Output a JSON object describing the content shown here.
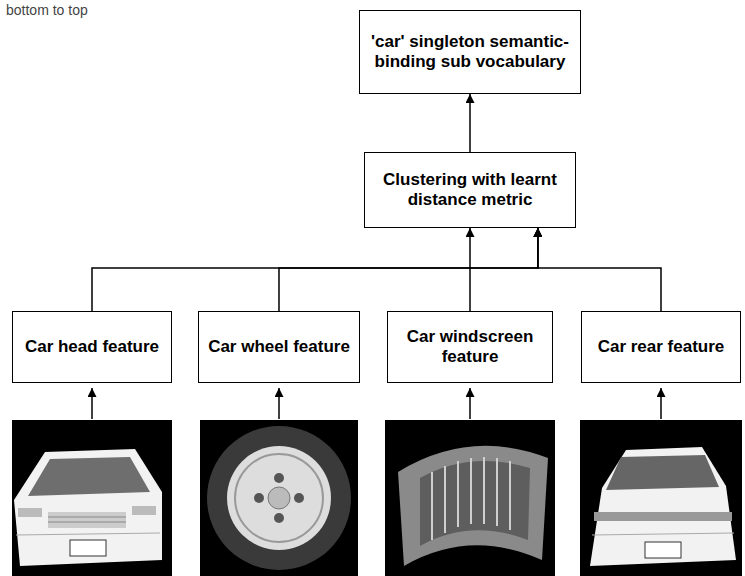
{
  "diagram": {
    "nodes": [
      {
        "text": [
          "'car' singleton semantic-binding sub vocabulary"
        ]
      },
      {
        "text": [
          "Clustering with learnt distance metric"
        ]
      },
      {
        "text": [
          "Car head feature"
        ]
      },
      {
        "text": [
          "Car wheel feature"
        ]
      },
      {
        "text": [
          "Car windscreen feature"
        ]
      },
      {
        "text": [
          "Car rear feature"
        ]
      }
    ],
    "edges": [
      {
        "from": 1,
        "to": 0,
        "arrow": "to"
      },
      {
        "from": 2,
        "to": 1,
        "arrow": "to"
      },
      {
        "from": 3,
        "to": 1,
        "arrow": "to"
      },
      {
        "from": 4,
        "to": 1,
        "arrow": "to"
      },
      {
        "from": 5,
        "to": 1,
        "arrow": "to"
      }
    ],
    "labels": [
      "bottom to top"
    ]
  }
}
